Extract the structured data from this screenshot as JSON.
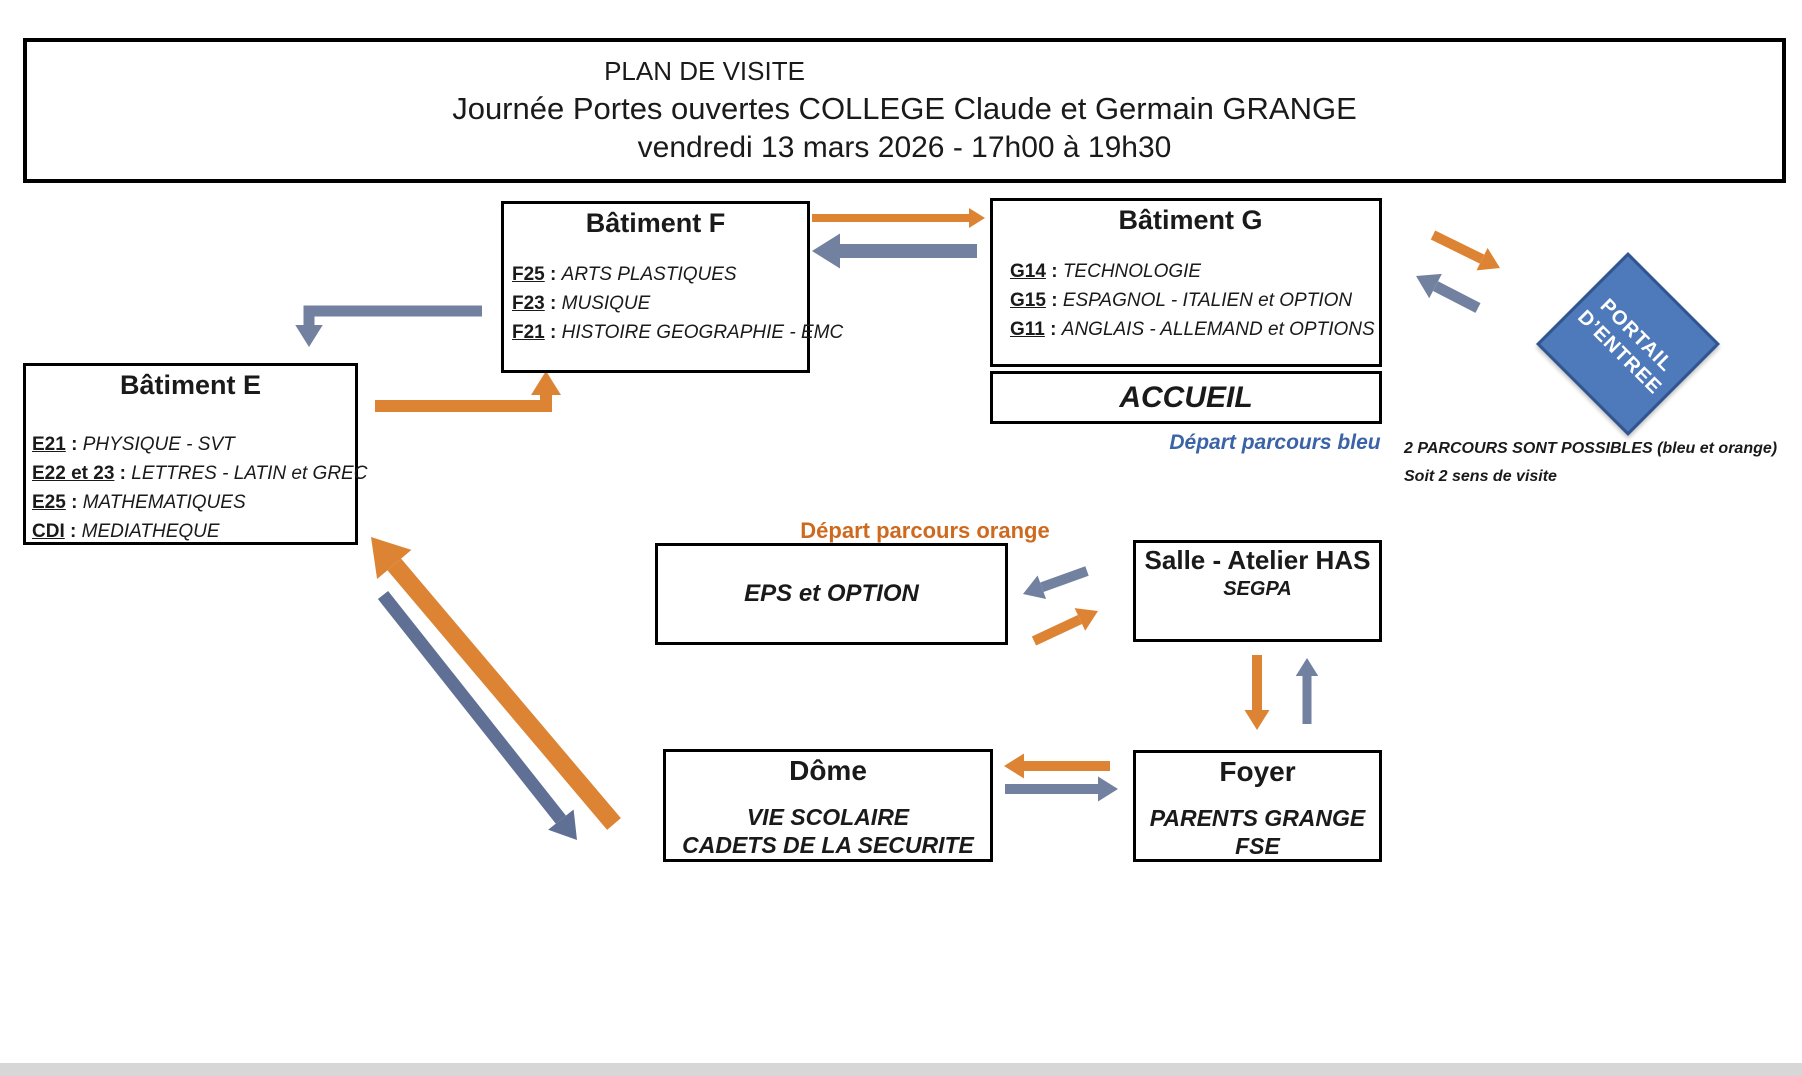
{
  "title": {
    "line1": "PLAN DE VISITE",
    "line2": "Journée Portes ouvertes COLLEGE Claude et Germain GRANGE",
    "line3": "vendredi 13 mars 2026 - 17h00 à 19h30"
  },
  "separator": " : ",
  "buildings": {
    "f": {
      "title": "Bâtiment F",
      "rooms": [
        {
          "code": "F25",
          "desc": "ARTS PLASTIQUES"
        },
        {
          "code": "F23",
          "desc": "MUSIQUE"
        },
        {
          "code": "F21",
          "desc": "HISTOIRE GEOGRAPHIE - EMC"
        }
      ]
    },
    "g": {
      "title": "Bâtiment G",
      "rooms": [
        {
          "code": "G14",
          "desc": "TECHNOLOGIE"
        },
        {
          "code": "G15",
          "desc": "ESPAGNOL - ITALIEN et OPTION"
        },
        {
          "code": "G11",
          "desc": "ANGLAIS - ALLEMAND et OPTIONS"
        }
      ]
    },
    "e": {
      "title": "Bâtiment E",
      "rooms": [
        {
          "code": "E21",
          "desc": "PHYSIQUE - SVT"
        },
        {
          "code": "E22 et 23",
          "desc": "LETTRES - LATIN et GREC"
        },
        {
          "code": "E25",
          "desc": "MATHEMATIQUES"
        },
        {
          "code": "CDI",
          "desc": "MEDIATHEQUE"
        }
      ]
    }
  },
  "accueil": {
    "label": "ACCUEIL"
  },
  "portal": {
    "line1": "PORTAIL",
    "line2": "D’ENTREE"
  },
  "labels": {
    "depart_bleu": "Départ parcours bleu",
    "depart_orange": "Départ parcours orange",
    "note1": "2 PARCOURS SONT POSSIBLES (bleu et orange)",
    "note2": "Soit 2 sens de visite"
  },
  "places": {
    "eps": {
      "label": "EPS et OPTION"
    },
    "salle": {
      "title": "Salle - Atelier HAS",
      "subtitle": "SEGPA"
    },
    "dome": {
      "title": "Dôme",
      "line1": "VIE SCOLAIRE",
      "line2": "CADETS DE LA SECURITE"
    },
    "foyer": {
      "title": "Foyer",
      "line1": "PARENTS GRANGE",
      "line2": "FSE"
    }
  },
  "colors": {
    "orange": "#DD8434",
    "blue": "#72819F",
    "blue_dark": "#5F7094",
    "portal_fill": "#4E79BA",
    "portal_border": "#31568F",
    "depart_bleu_text": "#3B63A8",
    "depart_orange_text": "#CE6A1F"
  }
}
